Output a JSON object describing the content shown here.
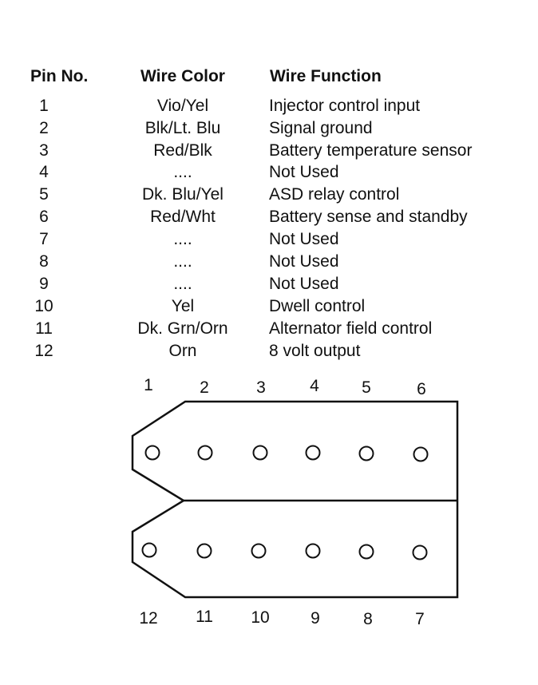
{
  "headers": {
    "pin": "Pin No.",
    "color": "Wire Color",
    "function": "Wire Function"
  },
  "rows": [
    {
      "pin": "1",
      "color": "Vio/Yel",
      "function": "Injector control input"
    },
    {
      "pin": "2",
      "color": "Blk/Lt. Blu",
      "function": "Signal ground"
    },
    {
      "pin": "3",
      "color": "Red/Blk",
      "function": "Battery temperature sensor"
    },
    {
      "pin": "4",
      "color": "....",
      "function": "Not Used"
    },
    {
      "pin": "5",
      "color": "Dk. Blu/Yel",
      "function": "ASD relay control"
    },
    {
      "pin": "6",
      "color": "Red/Wht",
      "function": "Battery sense and standby"
    },
    {
      "pin": "7",
      "color": "....",
      "function": "Not Used"
    },
    {
      "pin": "8",
      "color": "....",
      "function": "Not Used"
    },
    {
      "pin": "9",
      "color": "....",
      "function": "Not Used"
    },
    {
      "pin": "10",
      "color": "Yel",
      "function": "Dwell control"
    },
    {
      "pin": "11",
      "color": "Dk. Grn/Orn",
      "function": "Alternator field control"
    },
    {
      "pin": "12",
      "color": "Orn",
      "function": "8 volt output"
    }
  ],
  "connector": {
    "top_pins": [
      "1",
      "2",
      "3",
      "4",
      "5",
      "6"
    ],
    "bottom_pins": [
      "12",
      "11",
      "10",
      "9",
      "8",
      "7"
    ]
  }
}
